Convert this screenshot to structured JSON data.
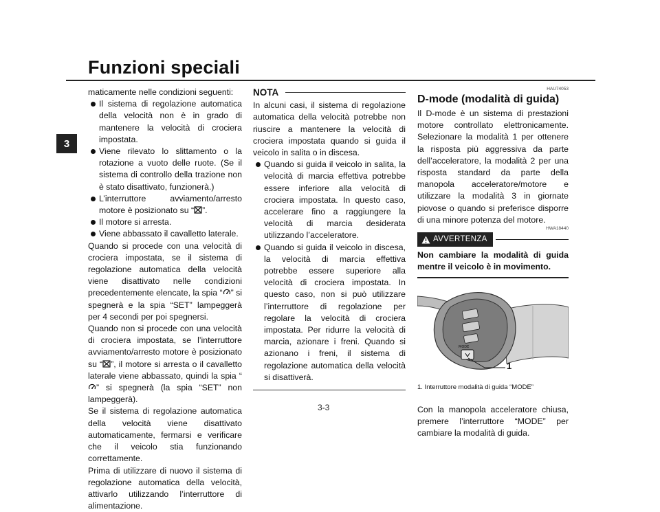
{
  "header": {
    "title": "Funzioni speciali",
    "chapter_tab": "3",
    "page_number": "3-3"
  },
  "col1": {
    "intro": "maticamente nelle condizioni seguenti:",
    "bullets": [
      "Il sistema di regolazione automatica della velocità non è in grado di mantenere la velocità di crociera impostata.",
      "Viene rilevato lo slittamento o la rotazione a vuoto delle ruote. (Se il sistema di controllo della trazione non è stato disattivato, funzionerà.)",
      "Il motore si arresta.",
      "Viene abbassato il cavalletto laterale."
    ],
    "bullet3_pre": "L’interruttore avviamento/arresto motore è posizionato su “",
    "bullet3_post": "”.",
    "p1_a": "Quando si procede con una velocità di crociera impostata, se il sistema di regolazione automatica della velocità viene disattivato nelle condizioni precedentemente elencate, la spia “",
    "p1_b": "” si spegnerà e la spia “SET” lampeggerà per 4 secondi per poi spegnersi.",
    "p2_a": "Quando non si procede con una velocità di crociera impostata, se l’interruttore avviamento/arresto motore è posizionato su “",
    "p2_b": "”, il motore si arresta o il cavalletto laterale viene abbassato, quindi la spia “",
    "p2_c": "” si spegnerà (la spia “SET” non lampeggerà).",
    "p3": "Se il sistema di regolazione automatica della velocità viene disattivato automaticamente, fermarsi e verificare che il veicolo stia funzionando correttamente.",
    "p4": "Prima di utilizzare di nuovo il sistema di regolazione automatica della velocità, attivarlo utilizzando l’interruttore di alimentazione."
  },
  "nota": {
    "title": "NOTA",
    "text": "In alcuni casi, il sistema di regolazione automatica della velocità potrebbe non riuscire a mantenere la velocità di crociera impostata quando si guida il veicolo in salita o in discesa.",
    "bullets": [
      "Quando si guida il veicolo in salita, la velocità di marcia effettiva potrebbe essere inferiore alla velocità di crociera impostata. In questo caso, accelerare fino a raggiungere la velocità di marcia desiderata utilizzando l’acceleratore.",
      "Quando si guida il veicolo in discesa, la velocità di marcia effettiva potrebbe essere superiore alla velocità di crociera impostata. In questo caso, non si può utilizzare l’interruttore di regolazione per regolare la velocità di crociera impostata. Per ridurre la velocità di marcia, azionare i freni. Quando si azionano i freni, il sistema di regolazione automatica della velocità si disattiverà."
    ]
  },
  "dmode": {
    "code": "HAU74053",
    "title": "D-mode (modalità di guida)",
    "text": "Il D-mode è un sistema di prestazioni motore controllato elettronicamente. Selezionare la modalità 1 per ottenere la risposta più aggressiva da parte dell’acceleratore, la modalità 2 per una risposta standard da parte della manopola acceleratore/motore e utilizzare la modalità 3 in giornate piovose o quando si preferisce disporre di una minore potenza del motore.",
    "warning_code": "HWA18440",
    "warning_label": "AVVERTENZA",
    "warning_text": "Non cambiare la modalità di guida mentre il veicolo è in movimento.",
    "figure_callout": "1",
    "figure_switch_label": "MODE",
    "caption": "1. Interruttore modalità di guida “MODE”",
    "after_text": "Con la manopola acceleratore chiusa, premere l’interruttore “MODE” per cambiare la modalità di guida."
  },
  "icons": {
    "engine_stop": "engine-stop-icon",
    "cruise_indicator": "cruise-control-icon",
    "warning": "warning-triangle-icon"
  }
}
